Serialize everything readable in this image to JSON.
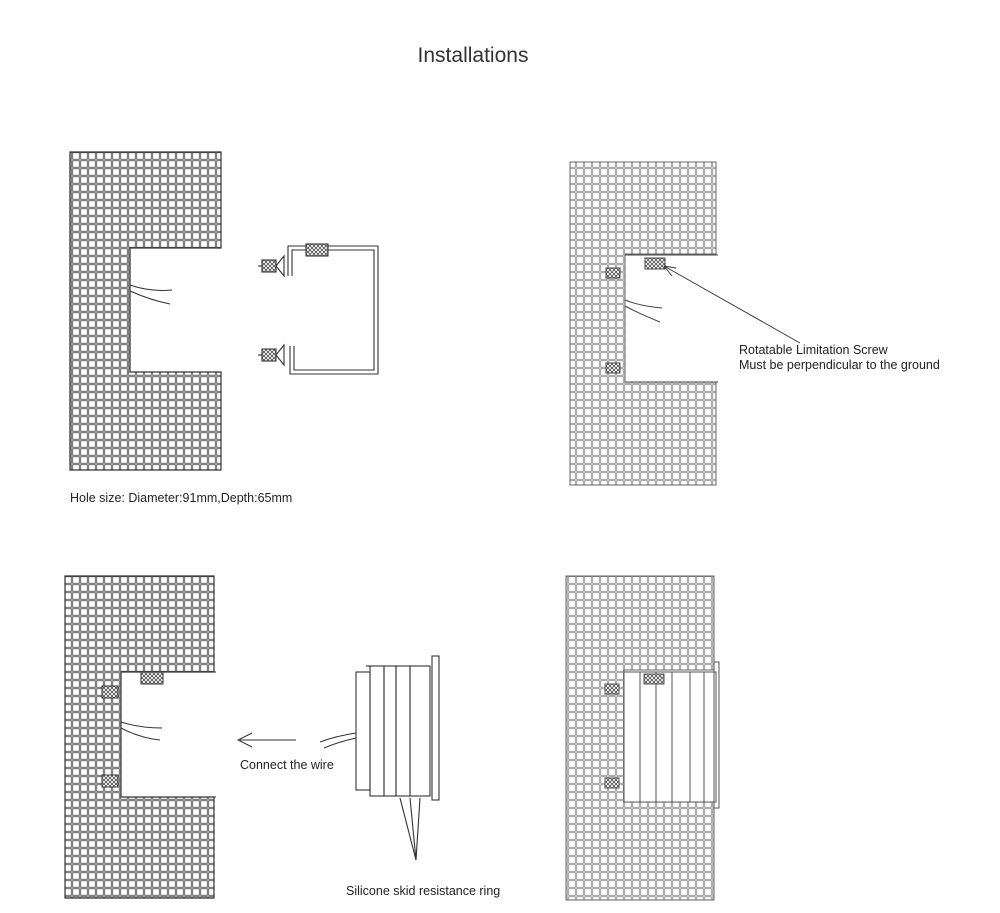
{
  "title": "Installations",
  "step1": {
    "hole_size_label": "Hole size: Diameter:91mm,Depth:65mm"
  },
  "step2": {
    "note_line1": "Rotatable Limitation Screw",
    "note_line2": "Must be perpendicular to the ground"
  },
  "step3": {
    "connect_label": "Connect the wire",
    "ring_label": "Silicone skid resistance ring"
  },
  "colors": {
    "line": "#333333",
    "wall_grid": "#555555",
    "text": "#222222"
  }
}
